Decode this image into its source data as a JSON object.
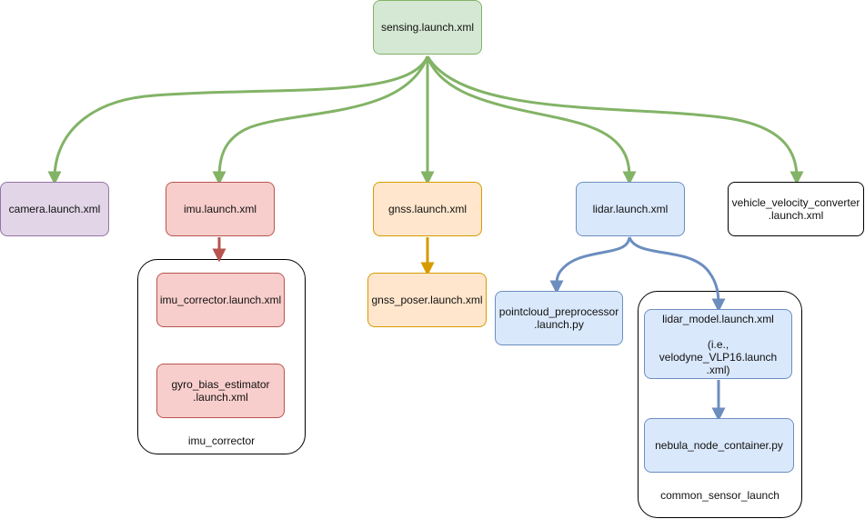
{
  "nodes": {
    "sensing": "sensing.launch.xml",
    "camera": "camera.launch.xml",
    "imu": "imu.launch.xml",
    "gnss": "gnss.launch.xml",
    "lidar": "lidar.launch.xml",
    "vehicle_velocity": "vehicle_velocity_converter\n.launch.xml",
    "imu_corrector": "imu_corrector.launch.xml",
    "gyro_bias": "gyro_bias_estimator\n.launch.xml",
    "gnss_poser": "gnss_poser.launch.xml",
    "pointcloud": "pointcloud_preprocessor\n.launch.py",
    "lidar_model": "lidar_model.launch.xml\n\n(i.e., velodyne_VLP16.launch\n.xml)",
    "nebula": "nebula_node_container.py"
  },
  "groups": {
    "imu_corrector": "imu_corrector",
    "common_sensor": "common_sensor_launch"
  },
  "colors": {
    "green": "#82b366",
    "red": "#b85450",
    "orange": "#d79b00",
    "blue": "#6c8ebf"
  }
}
